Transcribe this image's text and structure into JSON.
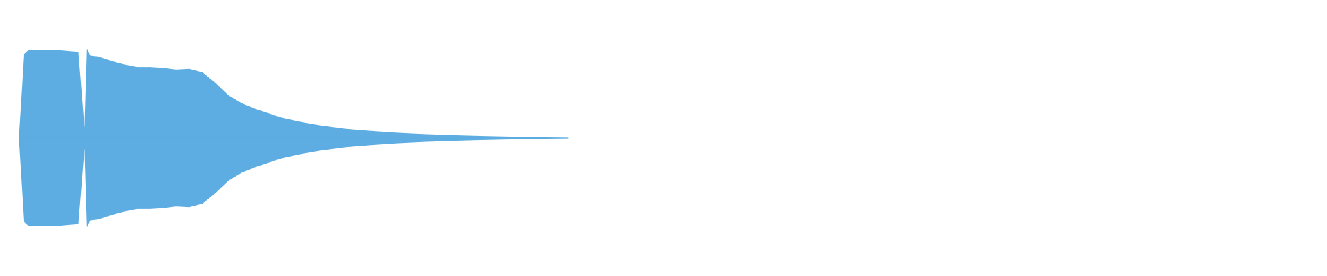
{
  "colors": {
    "background": "#ffffff",
    "waveform": "#5dade2"
  },
  "chart_data": {
    "type": "area",
    "title": "",
    "xlabel": "",
    "ylabel": "",
    "grid": false,
    "legend": "none",
    "xlim": [
      0,
      1
    ],
    "ylim": [
      -1,
      1
    ],
    "x": [
      0.0,
      0.004,
      0.007,
      0.01,
      0.02,
      0.03,
      0.045,
      0.05,
      0.052,
      0.054,
      0.06,
      0.07,
      0.08,
      0.09,
      0.1,
      0.11,
      0.12,
      0.13,
      0.14,
      0.15,
      0.16,
      0.17,
      0.18,
      0.19,
      0.2,
      0.215,
      0.23,
      0.25,
      0.27,
      0.29,
      0.31,
      0.33,
      0.35,
      0.37,
      0.4,
      0.42
    ],
    "series": [
      {
        "values": [
          0.02,
          0.95,
          0.99,
          0.99,
          0.99,
          0.99,
          0.97,
          0.05,
          1.0,
          0.93,
          0.92,
          0.87,
          0.83,
          0.8,
          0.8,
          0.79,
          0.77,
          0.78,
          0.74,
          0.62,
          0.48,
          0.39,
          0.33,
          0.28,
          0.23,
          0.18,
          0.14,
          0.1,
          0.075,
          0.055,
          0.04,
          0.03,
          0.02,
          0.013,
          0.005,
          0.0
        ]
      }
    ]
  }
}
